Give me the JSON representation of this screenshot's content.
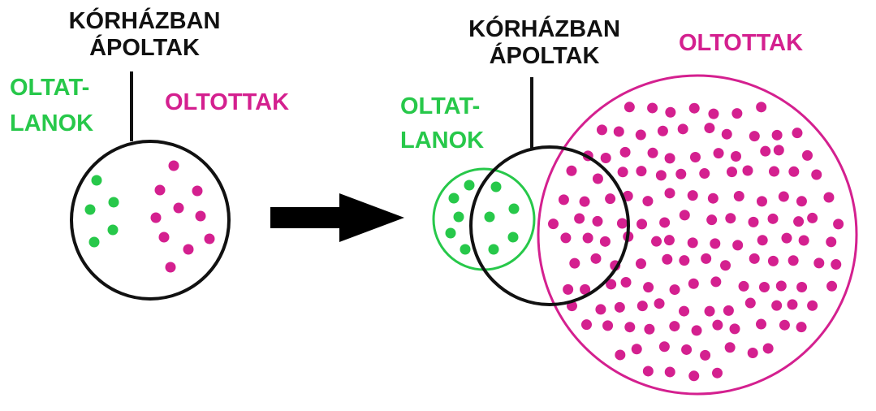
{
  "before": {
    "hospitalized_label": [
      "KÓRHÁZBAN",
      "ÁPOLTAK"
    ],
    "unvaccinated_label": [
      "OLTAT-",
      "LANOK"
    ],
    "vaccinated_label": "OLTOTTAK"
  },
  "after": {
    "hospitalized_label": [
      "KÓRHÁZBAN",
      "ÁPOLTAK"
    ],
    "unvaccinated_label": [
      "OLTAT-",
      "LANOK"
    ],
    "vaccinated_label": "OLTOTTAK"
  },
  "colors": {
    "unvaccinated": "#27c84a",
    "vaccinated": "#d4208f",
    "outline": "#111111"
  }
}
